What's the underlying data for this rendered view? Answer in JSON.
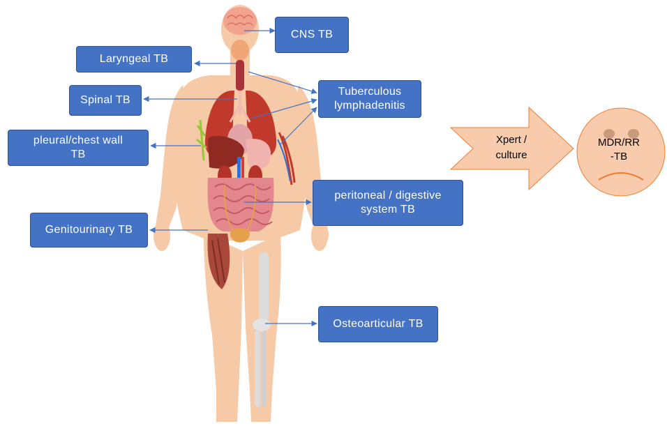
{
  "labels": {
    "cns": "CNS TB",
    "laryngeal": "Laryngeal TB",
    "spinal": "Spinal TB",
    "lymph_line1": "Tuberculous",
    "lymph_line2": "lymphadenitis",
    "pleural_line1": "pleural/chest wall",
    "pleural_line2": "TB",
    "peritoneal_line1": "peritoneal / digestive",
    "peritoneal_line2": "system TB",
    "genitourinary": "Genitourinary TB",
    "osteoarticular": "Osteoarticular TB"
  },
  "process": {
    "arrow_line1": "Xpert /",
    "arrow_line2": "culture",
    "result_line1": "MDR/RR",
    "result_line2": "-TB"
  },
  "colors": {
    "box_fill": "#4472c4",
    "connector": "#4472c4",
    "skin": "#f6c9a7",
    "arrow_fill": "#f8cbad",
    "face_fill": "#f8cbad"
  }
}
